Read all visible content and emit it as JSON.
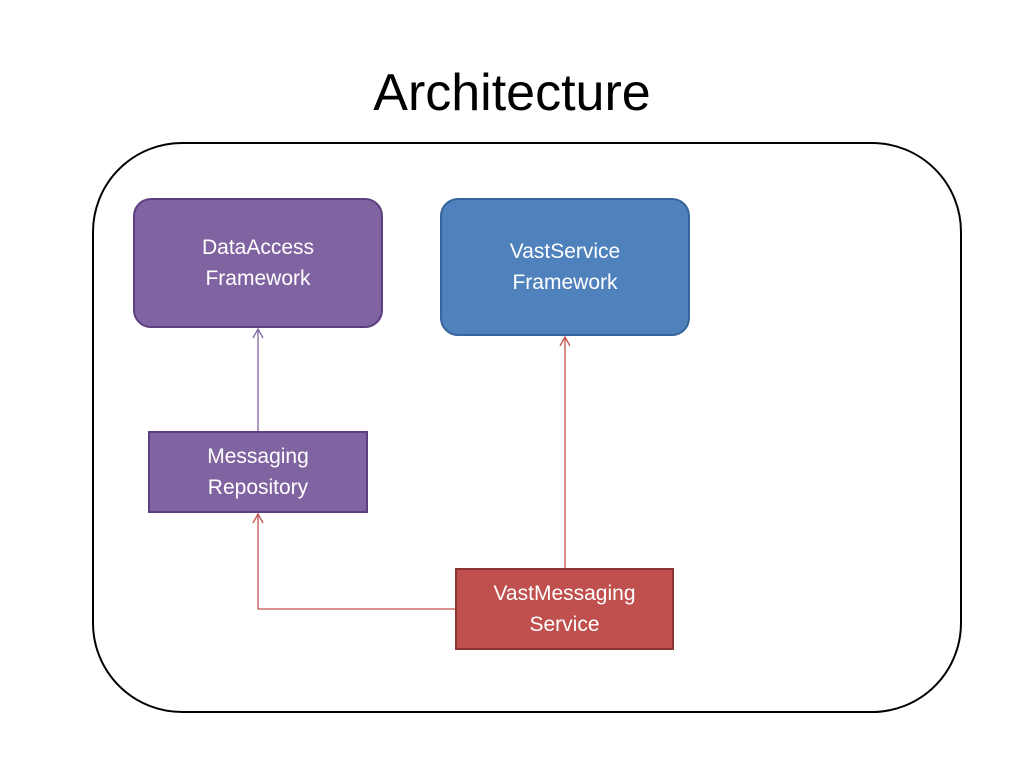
{
  "slide": {
    "title": "Architecture"
  },
  "nodes": {
    "dataaccess": {
      "line1": "DataAccess",
      "line2": "Framework",
      "fill": "#8064a2"
    },
    "vastservice": {
      "line1": "VastService",
      "line2": "Framework",
      "fill": "#4f81bd"
    },
    "repository": {
      "line1": "Messaging",
      "line2": "Repository",
      "fill": "#8064a2"
    },
    "messaging_service": {
      "line1": "VastMessaging",
      "line2": "Service",
      "fill": "#c0504d"
    }
  },
  "colors": {
    "frame": "#000000",
    "purple_connector": "#8064a2",
    "red_connector": "#c0504d"
  },
  "edges": [
    {
      "from": "Messaging Repository",
      "to": "DataAccess Framework"
    },
    {
      "from": "VastMessaging Service",
      "to": "VastService Framework"
    },
    {
      "from": "VastMessaging Service",
      "to": "Messaging Repository"
    }
  ]
}
